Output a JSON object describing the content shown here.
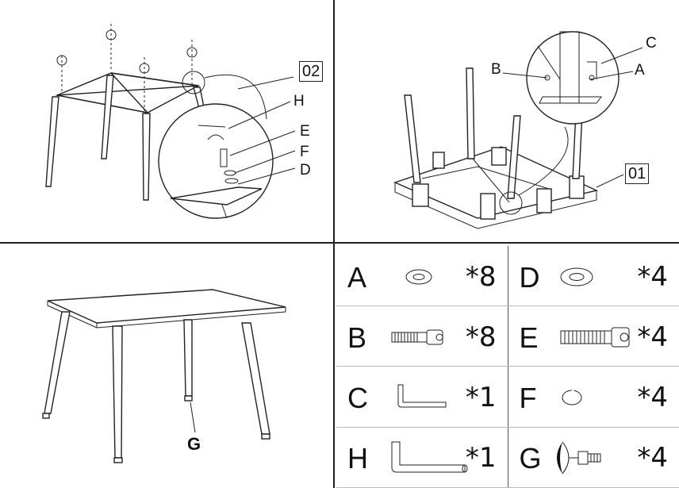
{
  "steps": {
    "step1_label": "01",
    "step2_label": "02"
  },
  "callouts": {
    "top_left": [
      "H",
      "E",
      "F",
      "D"
    ],
    "top_right": [
      "C",
      "B",
      "A"
    ]
  },
  "assembled": {
    "leg_label": "G"
  },
  "parts": [
    {
      "letter": "A",
      "qty": "*8",
      "icon": "washer-icon"
    },
    {
      "letter": "D",
      "qty": "*4",
      "icon": "large-washer-icon"
    },
    {
      "letter": "B",
      "qty": "*8",
      "icon": "short-bolt-icon"
    },
    {
      "letter": "E",
      "qty": "*4",
      "icon": "long-bolt-icon"
    },
    {
      "letter": "C",
      "qty": "*1",
      "icon": "small-allen-key-icon"
    },
    {
      "letter": "F",
      "qty": "*4",
      "icon": "spring-washer-icon"
    },
    {
      "letter": "H",
      "qty": "*1",
      "icon": "large-allen-key-icon"
    },
    {
      "letter": "G",
      "qty": "*4",
      "icon": "leveling-foot-icon"
    }
  ]
}
